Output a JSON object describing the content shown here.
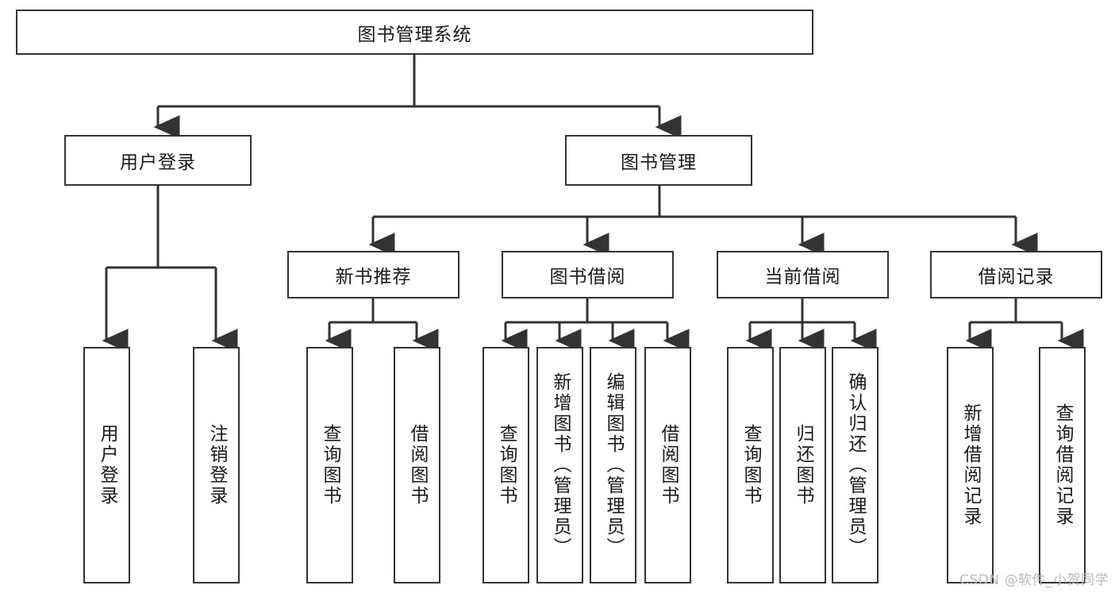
{
  "diagram": {
    "type": "tree-hierarchy",
    "title": "图书管理系统",
    "watermark": "CSDN @软件_小贺同学",
    "colors": {
      "box_border": "#333333",
      "box_fill": "#ffffff",
      "line": "#333333",
      "text": "#1a1a1a",
      "watermark": "#b9b9b9"
    },
    "root": {
      "id": "root",
      "label": "图书管理系统",
      "orientation": "horizontal"
    },
    "level2": [
      {
        "id": "user-login",
        "label": "用户登录",
        "orientation": "horizontal"
      },
      {
        "id": "book-manage",
        "label": "图书管理",
        "orientation": "horizontal"
      }
    ],
    "level3": [
      {
        "id": "new-book-recommend",
        "label": "新书推荐",
        "orientation": "horizontal",
        "parent": "book-manage"
      },
      {
        "id": "book-borrow",
        "label": "图书借阅",
        "orientation": "horizontal",
        "parent": "book-manage"
      },
      {
        "id": "current-borrow",
        "label": "当前借阅",
        "orientation": "horizontal",
        "parent": "book-manage"
      },
      {
        "id": "borrow-record",
        "label": "借阅记录",
        "orientation": "horizontal",
        "parent": "book-manage"
      }
    ],
    "leaves": [
      {
        "id": "leaf-user-login",
        "label": "用户登录",
        "parent": "user-login"
      },
      {
        "id": "leaf-logout-login",
        "label": "注销登录",
        "parent": "user-login"
      },
      {
        "id": "leaf-query-book-1",
        "label": "查询图书",
        "parent": "new-book-recommend"
      },
      {
        "id": "leaf-borrow-book-1",
        "label": "借阅图书",
        "parent": "new-book-recommend"
      },
      {
        "id": "leaf-query-book-2",
        "label": "查询图书",
        "parent": "book-borrow"
      },
      {
        "id": "leaf-add-book",
        "label": "新增图书（管理员）",
        "parent": "book-borrow"
      },
      {
        "id": "leaf-edit-book",
        "label": "编辑图书（管理员）",
        "parent": "book-borrow"
      },
      {
        "id": "leaf-borrow-book-2",
        "label": "借阅图书",
        "parent": "book-borrow"
      },
      {
        "id": "leaf-query-book-3",
        "label": "查询图书",
        "parent": "current-borrow"
      },
      {
        "id": "leaf-return-book",
        "label": "归还图书",
        "parent": "current-borrow"
      },
      {
        "id": "leaf-confirm-return",
        "label": "确认归还（管理员）",
        "parent": "current-borrow"
      },
      {
        "id": "leaf-add-record",
        "label": "新增借阅记录",
        "parent": "borrow-record"
      },
      {
        "id": "leaf-query-record",
        "label": "查询借阅记录",
        "parent": "borrow-record"
      }
    ]
  }
}
